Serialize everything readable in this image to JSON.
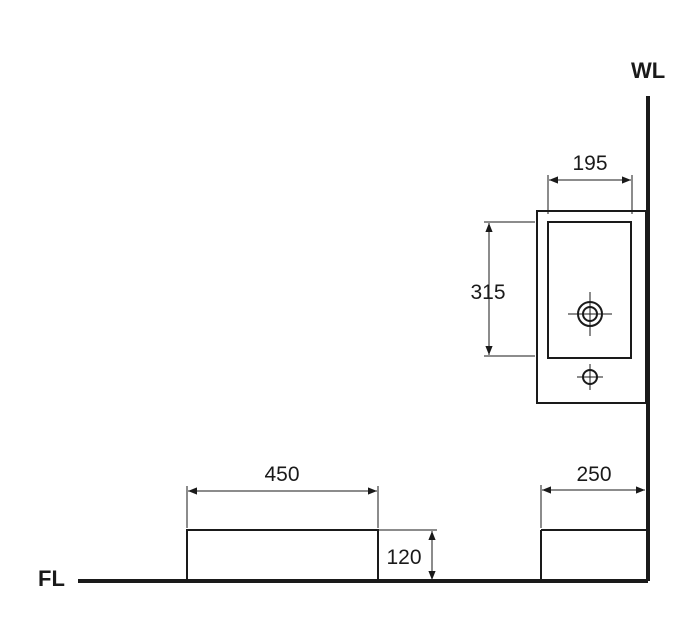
{
  "labels": {
    "wall_line": "WL",
    "floor_line": "FL"
  },
  "dimensions": {
    "basin_width": "195",
    "basin_depth": "315",
    "block_width": "450",
    "block_height": "120",
    "side_block_width": "250"
  },
  "colors": {
    "line": "#1a1a1a",
    "background": "#ffffff"
  }
}
